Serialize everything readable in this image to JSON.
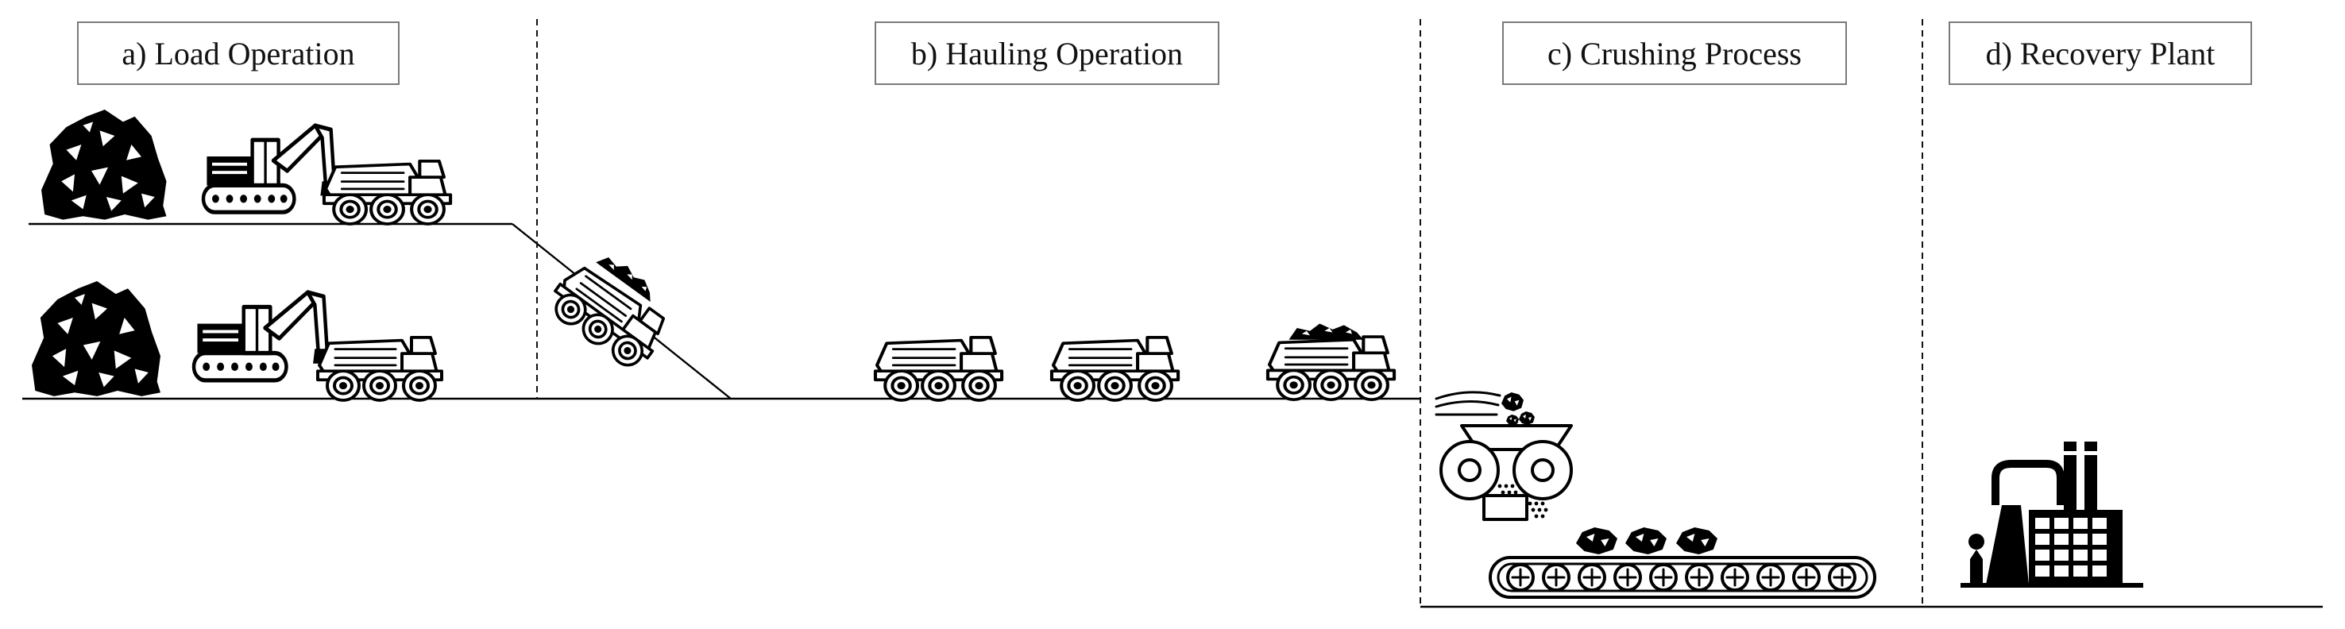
{
  "sections": [
    {
      "id": "load",
      "label": "a) Load Operation"
    },
    {
      "id": "hauling",
      "label": "b) Hauling Operation"
    },
    {
      "id": "crushing",
      "label": "c) Crushing Process"
    },
    {
      "id": "recovery",
      "label": "d) Recovery Plant"
    }
  ],
  "icons": {
    "ore_pile": "ore-pile-icon",
    "excavator": "excavator-icon",
    "haul_truck": "haul-truck-icon",
    "loaded_truck": "loaded-haul-truck-icon",
    "crusher": "jaw-crusher-icon",
    "conveyor": "conveyor-belt-icon",
    "plant": "processing-plant-icon"
  },
  "colors": {
    "ink": "#000000",
    "box_border": "#7a7a7a",
    "background": "#ffffff"
  }
}
